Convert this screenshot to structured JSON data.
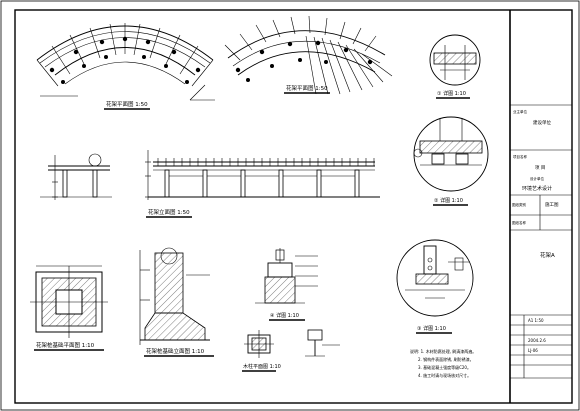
{
  "drawing": {
    "views": {
      "roof_plan_1": "花架平面图 1:50",
      "roof_plan_2": "花架平面图 1:50",
      "elevation": "花架立面图 1:50",
      "base_plan": "花架桩基础平面图 1:10",
      "base_section": "花架桩基础立面图 1:10",
      "column_plan": "木柱平面图 1:10",
      "detail_1": "① 详图 1:10",
      "detail_2": "② 详图 1:10",
      "detail_3": "③ 详图 1:10",
      "detail_4": "④ 详图 1:10"
    },
    "notes": [
      "说明: 1. 木材防腐处理, 刷清漆两遍。",
      "2. 钢构件表面除锈, 刷防锈漆。",
      "3. 基础混凝土强度等级C20。",
      "4. 施工时请与现场核对尺寸。"
    ]
  },
  "title_block": {
    "client_label": "业主单位",
    "client_name": "建设单位",
    "project_label": "项目名称",
    "project_name": "项 目",
    "design_label": "设计单位",
    "design_name": "环境艺术设计",
    "drawing_type_label": "图纸类别",
    "drawing_type": "施工图",
    "drawing_name_label": "图纸名称",
    "drawing_name": "花架A",
    "scale": "A1 1:50",
    "date": "2004.2.6",
    "drawing_no": "LJ-06"
  }
}
